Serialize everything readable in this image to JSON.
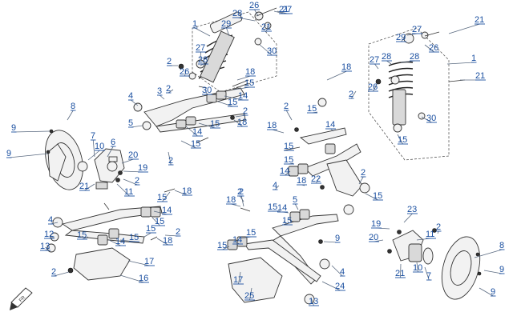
{
  "callouts": [
    "1",
    "2",
    "26",
    "28",
    "29",
    "27",
    "21",
    "21",
    "27",
    "28",
    "26",
    "30",
    "2",
    "30",
    "18",
    "3",
    "4",
    "15",
    "14",
    "15",
    "2",
    "18",
    "15",
    "5",
    "14",
    "15",
    "2",
    "8",
    "9",
    "7",
    "6",
    "10",
    "9",
    "20",
    "19",
    "21",
    "2",
    "11",
    "18",
    "15",
    "14",
    "15",
    "2",
    "4",
    "15",
    "12",
    "14",
    "15",
    "18",
    "2",
    "13",
    "15",
    "17",
    "2",
    "16",
    "1",
    "21",
    "29",
    "27",
    "28",
    "26",
    "28",
    "21",
    "27",
    "2",
    "26",
    "18",
    "2",
    "15",
    "14",
    "18",
    "15",
    "30",
    "15",
    "14",
    "15",
    "22",
    "2",
    "18",
    "4",
    "15",
    "5",
    "2",
    "18",
    "15",
    "14",
    "15",
    "23",
    "19",
    "2",
    "20",
    "11",
    "9",
    "15",
    "14",
    "4",
    "8",
    "15",
    "9",
    "17",
    "21",
    "10",
    "7",
    "24",
    "25",
    "13",
    "9"
  ]
}
